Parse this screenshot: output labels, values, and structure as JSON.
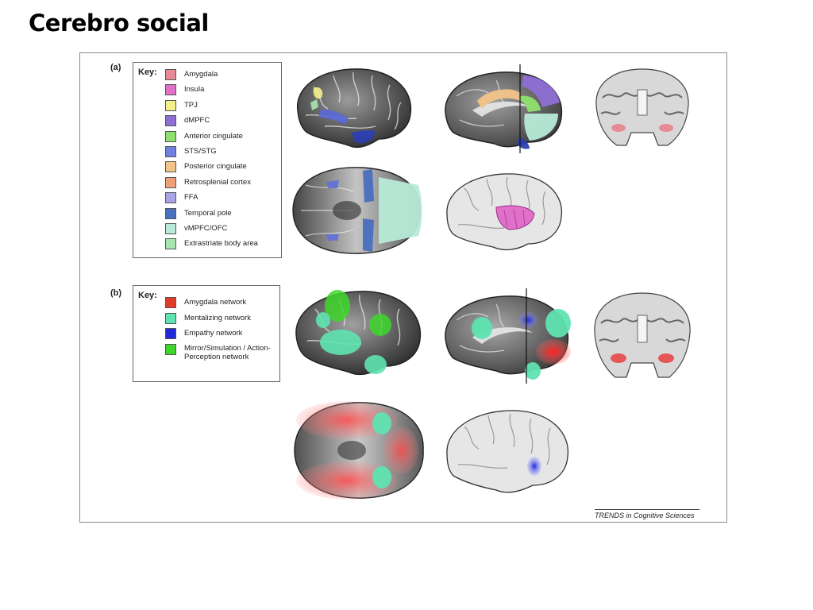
{
  "slide_title": "Cerebro social",
  "panel_a": {
    "label": "(a)",
    "key_title": "Key:",
    "items": [
      {
        "label": "Amygdala",
        "color": "#e88a96"
      },
      {
        "label": "Insula",
        "color": "#e070c8"
      },
      {
        "label": "TPJ",
        "color": "#f2ef8c"
      },
      {
        "label": "dMPFC",
        "color": "#8d6fd6"
      },
      {
        "label": "Anterior cingulate",
        "color": "#8fe070"
      },
      {
        "label": "STS/STG",
        "color": "#7080e0"
      },
      {
        "label": "Posterior cingulate",
        "color": "#f3c48a"
      },
      {
        "label": "Retrosplenial cortex",
        "color": "#eda07a"
      },
      {
        "label": "FFA",
        "color": "#a9a4e6"
      },
      {
        "label": "Temporal pole",
        "color": "#4a6fbf"
      },
      {
        "label": "vMPFC/OFC",
        "color": "#b9ead8"
      },
      {
        "label": "Extrastriate body area",
        "color": "#a8e6b0"
      }
    ]
  },
  "panel_b": {
    "label": "(b)",
    "key_title": "Key:",
    "items": [
      {
        "label": "Amygdala network",
        "color": "#e23a2a"
      },
      {
        "label": "Mentalizing network",
        "color": "#5fe3b0"
      },
      {
        "label": "Empathy network",
        "color": "#1f2ad6"
      },
      {
        "label": "Mirror/Simulation / Action-Perception network",
        "color": "#3ed62a"
      }
    ]
  },
  "credit": "TRENDS in Cognitive Sciences"
}
